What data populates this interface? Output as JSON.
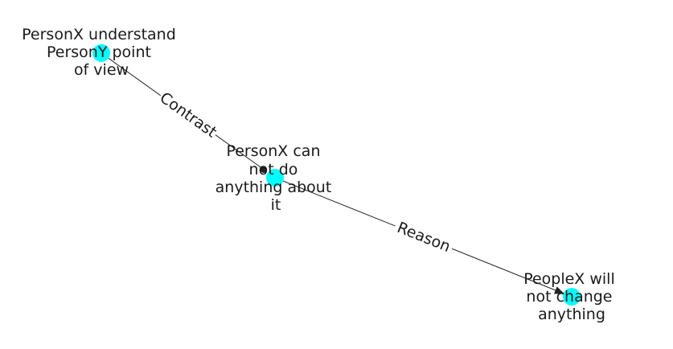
{
  "colors": {
    "node_fill": "#00ffff",
    "edge": "#222222",
    "text": "#1a1a1a",
    "background": "#ffffff"
  },
  "nodes": [
    {
      "id": "n1",
      "lines": [
        "PersonX understand",
        "PersonY point",
        "of view"
      ]
    },
    {
      "id": "n2",
      "lines": [
        "PersonX can",
        "not do",
        "anything about",
        "it"
      ]
    },
    {
      "id": "n3",
      "lines": [
        "PeopleX will",
        "not change",
        "anything"
      ]
    }
  ],
  "edges": [
    {
      "from": "n1",
      "to": "n2",
      "label": "Contrast"
    },
    {
      "from": "n2",
      "to": "n3",
      "label": "Reason"
    }
  ]
}
